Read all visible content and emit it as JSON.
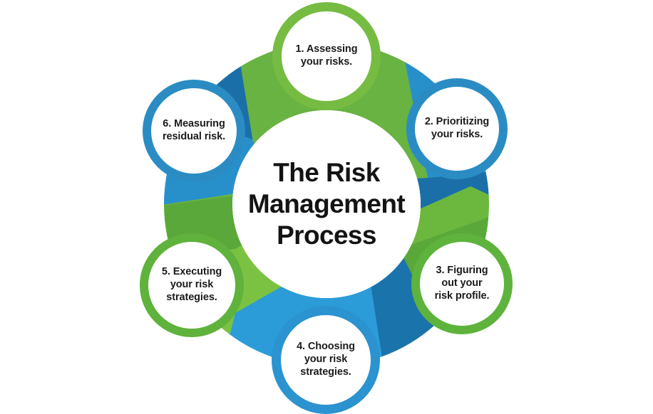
{
  "diagram": {
    "title": "The Risk Management Process",
    "title_lines": "The Risk\nManagement\nProcess",
    "type": "cycle-diagram",
    "step_count": 6,
    "background_color": "#ffffff",
    "palette": {
      "green_light": "#76bc43",
      "green_mid": "#5ba63a",
      "green_dark": "#4e9b34",
      "blue_light": "#2b9cd8",
      "blue_mid": "#1c7fb8",
      "blue_dark": "#1b6fa8",
      "text": "#1b1b1b"
    },
    "steps": [
      {
        "number": "1",
        "label": "1. Assessing\nyour risks.",
        "text": "1. Assessing your risks.",
        "ring_color": "#76bc43",
        "ring_color_name": "green"
      },
      {
        "number": "2",
        "label": "2. Prioritizing\nyour risks.",
        "text": "2. Prioritizing your risks.",
        "ring_color": "#2b8cc4",
        "ring_color_name": "blue"
      },
      {
        "number": "3",
        "label": "3. Figuring\nout your\nrisk profile.",
        "text": "3. Figuring out your risk profile.",
        "ring_color": "#5eb33c",
        "ring_color_name": "green"
      },
      {
        "number": "4",
        "label": "4. Choosing\nyour risk\nstrategies.",
        "text": "4. Choosing your risk strategies.",
        "ring_color": "#2b93cf",
        "ring_color_name": "blue"
      },
      {
        "number": "5",
        "label": "5. Executing\nyour risk\nstrategies.",
        "text": "5. Executing your risk strategies.",
        "ring_color": "#5fb23c",
        "ring_color_name": "green"
      },
      {
        "number": "6",
        "label": "6. Measuring\nresidual risk.",
        "text": "6. Measuring residual risk.",
        "ring_color": "#2b8cc4",
        "ring_color_name": "blue"
      }
    ],
    "ring_segments": [
      {
        "name": "segment-top-green",
        "color": "#68b342"
      },
      {
        "name": "segment-upper-right-blue",
        "color": "#2790cb"
      },
      {
        "name": "segment-right-upper-darkblue",
        "color": "#1b6fa8"
      },
      {
        "name": "segment-right-green",
        "color": "#6cb83f"
      },
      {
        "name": "segment-lower-right-green",
        "color": "#5aa839"
      },
      {
        "name": "segment-bottom-darkblue",
        "color": "#1b73ab"
      },
      {
        "name": "segment-bottom-blue",
        "color": "#2b9cd8"
      },
      {
        "name": "segment-lower-left-green",
        "color": "#7cc242"
      },
      {
        "name": "segment-left-green",
        "color": "#5aa839"
      },
      {
        "name": "segment-left-blue",
        "color": "#2790cb"
      },
      {
        "name": "segment-upper-left-darkblue",
        "color": "#1b6fa8"
      }
    ]
  }
}
